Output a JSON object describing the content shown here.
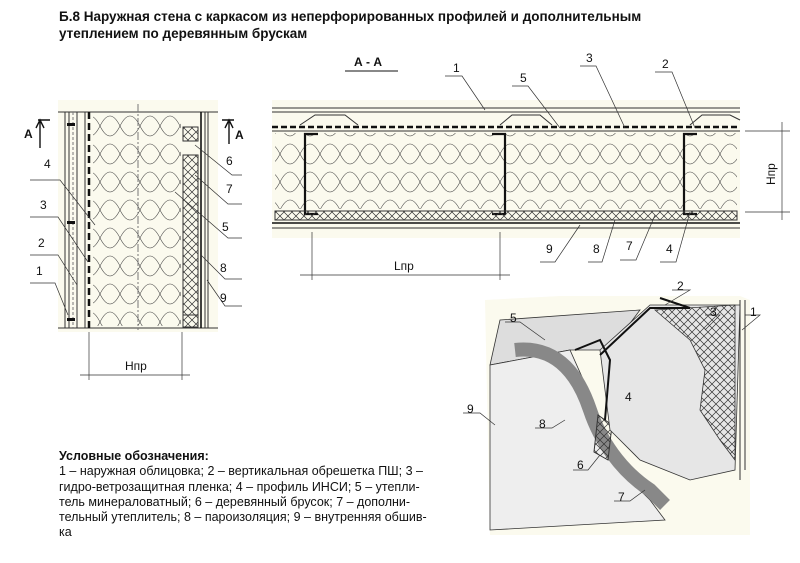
{
  "title_line1": "Б.8 Наружная стена с каркасом из неперфорированных профилей и дополнительным",
  "title_line2": "утеплением по деревянным брускам",
  "section_label": "А - А",
  "section_marker": "А",
  "dim_h": "Hпр",
  "dim_l": "Lпр",
  "callouts": [
    "1",
    "2",
    "3",
    "4",
    "5",
    "6",
    "7",
    "8",
    "9"
  ],
  "legend": {
    "heading": "Условные обозначения:",
    "lines": [
      "1 – наружная облицовка; 2 – вертикальная обрешетка ПШ; 3 –",
      "гидро-ветрозащитная пленка; 4 – профиль ИНСИ; 5 – утепли-",
      "тель минераловатный; 6 – деревянный брусок; 7 – дополни-",
      "тельный утеплитель; 8 – пароизоляция; 9 – внутренняя обшив-",
      "ка"
    ]
  },
  "colors": {
    "drawing_bg": "#fbfaee",
    "line": "#222222",
    "insulation": "#fdfdf3",
    "grey": "#c8c8c8"
  }
}
